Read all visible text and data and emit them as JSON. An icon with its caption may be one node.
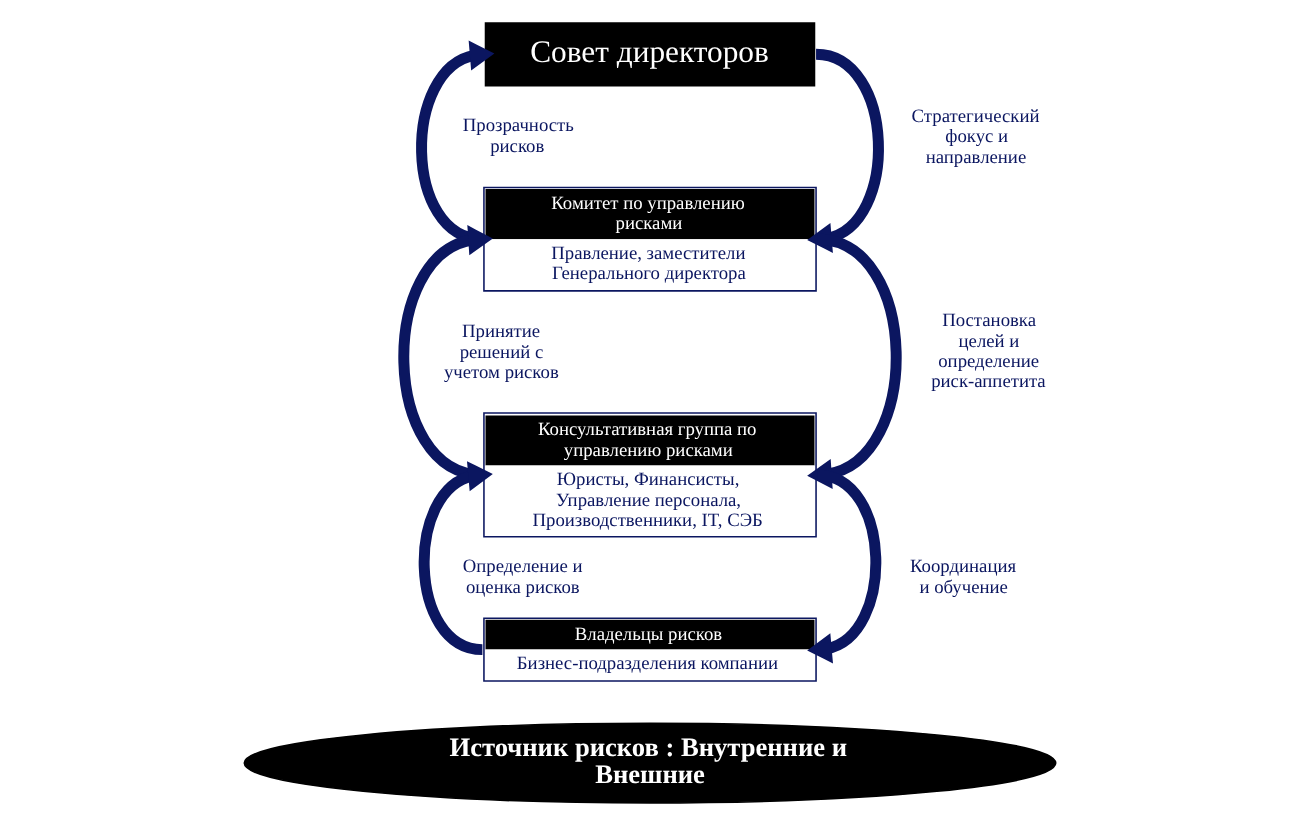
{
  "diagram": {
    "nodes": [
      {
        "text": [
          "Совет директоров"
        ]
      },
      {
        "text": [
          "Комитет по управлению рисками",
          "Правление, заместители Генерального директора"
        ]
      },
      {
        "text": [
          "Консультативная группа по управлению рисками",
          "Юристы, Финансисты, Управление персонала, Производственники, IT, СЭБ"
        ]
      },
      {
        "text": [
          "Владельцы рисков",
          "Бизнес-подразделения компании"
        ]
      },
      {
        "text": [
          "Источник рисков : Внутренние и Внешние"
        ]
      }
    ],
    "edges": [
      {
        "from": 1,
        "to": 0,
        "arrow": "to",
        "label": "Прозрачность рисков"
      },
      {
        "from": 0,
        "to": 1,
        "arrow": "to",
        "label": "Стратегический фокус и направление"
      },
      {
        "from": 2,
        "to": 1,
        "arrow": "to",
        "label": "Принятие решений с учетом рисков"
      },
      {
        "from": 1,
        "to": 2,
        "arrow": "to",
        "label": "Постановка целей и определение риск-аппетита"
      },
      {
        "from": 3,
        "to": 2,
        "arrow": "to",
        "label": "Определение и оценка рисков"
      },
      {
        "from": 2,
        "to": 3,
        "arrow": "to",
        "label": "Координация и обучение"
      }
    ]
  }
}
